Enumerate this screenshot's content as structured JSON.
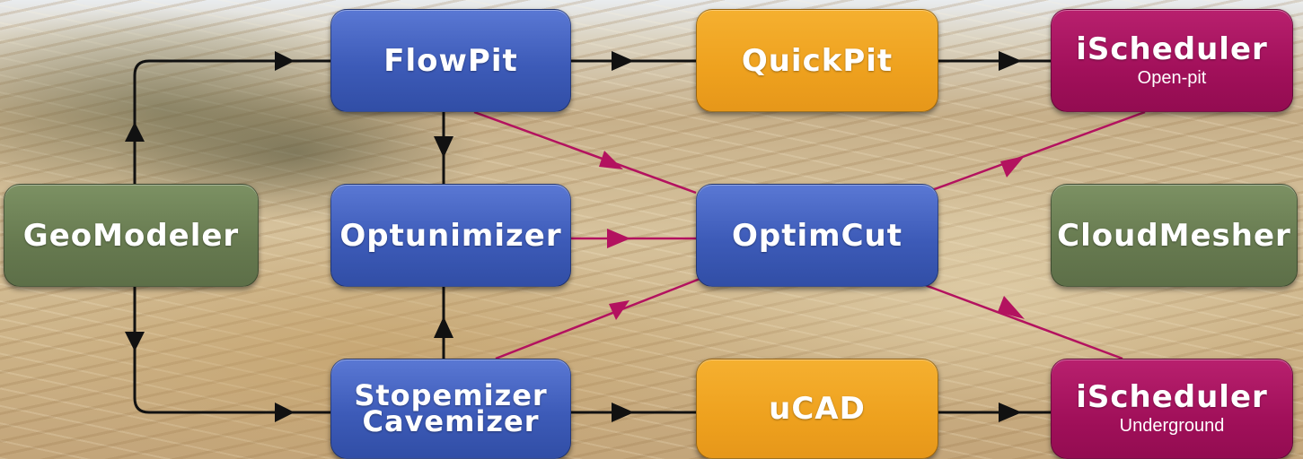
{
  "diagram": {
    "nodes": {
      "flowpit": {
        "label": "FlowPit"
      },
      "quickpit": {
        "label": "QuickPit"
      },
      "ischeduler_open": {
        "label": "iScheduler",
        "sub": "Open-pit"
      },
      "geomodeler": {
        "label": "GeoModeler"
      },
      "optunimizer": {
        "label": "Optunimizer"
      },
      "optimcut": {
        "label": "OptimCut"
      },
      "cloudmesher": {
        "label": "CloudMesher"
      },
      "stopemizer": {
        "line1": "Stopemizer",
        "line2": "Cavemizer"
      },
      "ucad": {
        "label": "uCAD"
      },
      "ischeduler_under": {
        "label": "iScheduler",
        "sub": "Underground"
      }
    },
    "colors": {
      "blue": "#3d5bb8",
      "orange": "#eea11e",
      "magenta": "#a1105a",
      "green": "#66794f",
      "black_arrow": "#111111",
      "magenta_arrow": "#b3125f"
    }
  }
}
